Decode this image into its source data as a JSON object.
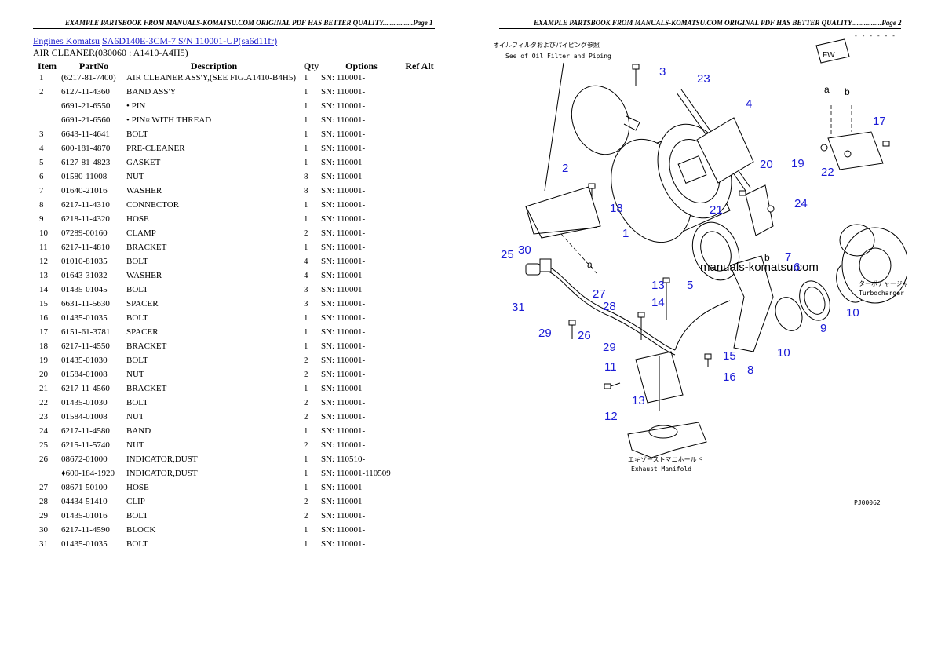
{
  "header": {
    "left": "EXAMPLE PARTSBOOK FROM MANUALS-KOMATSU.COM ORIGINAL PDF HAS BETTER QUALITY.................Page 1",
    "right": "EXAMPLE PARTSBOOK FROM MANUALS-KOMATSU.COM ORIGINAL PDF HAS BETTER QUALITY.................Page 2"
  },
  "breadcrumb": {
    "link1": "Engines Komatsu",
    "link2": "SA6D140E-3CM-7 S/N 110001-UP(sa6d11fr)"
  },
  "subtitle": "AIR CLEANER(030060 : A1410-A4H5)",
  "table": {
    "headers": [
      "Item",
      "PartNo",
      "Description",
      "Qty",
      "Options",
      "Ref Alt"
    ],
    "rows": [
      [
        "1",
        "(6217-81-7400)",
        "AIR CLEANER ASS'Y,(SEE FIG.A1410-B4H5)",
        "1",
        "SN: 110001-",
        ""
      ],
      [
        "2",
        "6127-11-4360",
        "BAND ASS'Y",
        "1",
        "SN: 110001-",
        ""
      ],
      [
        "",
        "6691-21-6550",
        "• PIN",
        "1",
        "SN: 110001-",
        ""
      ],
      [
        "",
        "6691-21-6560",
        "• PIN¤ WITH THREAD",
        "1",
        "SN: 110001-",
        ""
      ],
      [
        "3",
        "6643-11-4641",
        "BOLT",
        "1",
        "SN: 110001-",
        ""
      ],
      [
        "4",
        "600-181-4870",
        "PRE-CLEANER",
        "1",
        "SN: 110001-",
        ""
      ],
      [
        "5",
        "6127-81-4823",
        "GASKET",
        "1",
        "SN: 110001-",
        ""
      ],
      [
        "6",
        "01580-11008",
        "NUT",
        "8",
        "SN: 110001-",
        ""
      ],
      [
        "7",
        "01640-21016",
        "WASHER",
        "8",
        "SN: 110001-",
        ""
      ],
      [
        "8",
        "6217-11-4310",
        "CONNECTOR",
        "1",
        "SN: 110001-",
        ""
      ],
      [
        "9",
        "6218-11-4320",
        "HOSE",
        "1",
        "SN: 110001-",
        ""
      ],
      [
        "10",
        "07289-00160",
        "CLAMP",
        "2",
        "SN: 110001-",
        ""
      ],
      [
        "11",
        "6217-11-4810",
        "BRACKET",
        "1",
        "SN: 110001-",
        ""
      ],
      [
        "12",
        "01010-81035",
        "BOLT",
        "4",
        "SN: 110001-",
        ""
      ],
      [
        "13",
        "01643-31032",
        "WASHER",
        "4",
        "SN: 110001-",
        ""
      ],
      [
        "14",
        "01435-01045",
        "BOLT",
        "3",
        "SN: 110001-",
        ""
      ],
      [
        "15",
        "6631-11-5630",
        "SPACER",
        "3",
        "SN: 110001-",
        ""
      ],
      [
        "16",
        "01435-01035",
        "BOLT",
        "1",
        "SN: 110001-",
        ""
      ],
      [
        "17",
        "6151-61-3781",
        "SPACER",
        "1",
        "SN: 110001-",
        ""
      ],
      [
        "18",
        "6217-11-4550",
        "BRACKET",
        "1",
        "SN: 110001-",
        ""
      ],
      [
        "19",
        "01435-01030",
        "BOLT",
        "2",
        "SN: 110001-",
        ""
      ],
      [
        "20",
        "01584-01008",
        "NUT",
        "2",
        "SN: 110001-",
        ""
      ],
      [
        "21",
        "6217-11-4560",
        "BRACKET",
        "1",
        "SN: 110001-",
        ""
      ],
      [
        "22",
        "01435-01030",
        "BOLT",
        "2",
        "SN: 110001-",
        ""
      ],
      [
        "23",
        "01584-01008",
        "NUT",
        "2",
        "SN: 110001-",
        ""
      ],
      [
        "24",
        "6217-11-4580",
        "BAND",
        "1",
        "SN: 110001-",
        ""
      ],
      [
        "25",
        "6215-11-5740",
        "NUT",
        "2",
        "SN: 110001-",
        ""
      ],
      [
        "26",
        "08672-01000",
        "INDICATOR,DUST",
        "1",
        "SN: 110510-",
        ""
      ],
      [
        "",
        "♦600-184-1920",
        "INDICATOR,DUST",
        "1",
        "SN: 110001-110509",
        ""
      ],
      [
        "27",
        "08671-50100",
        "HOSE",
        "1",
        "SN: 110001-",
        ""
      ],
      [
        "28",
        "04434-51410",
        "CLIP",
        "2",
        "SN: 110001-",
        ""
      ],
      [
        "29",
        "01435-01016",
        "BOLT",
        "2",
        "SN: 110001-",
        ""
      ],
      [
        "30",
        "6217-11-4590",
        "BLOCK",
        "1",
        "SN: 110001-",
        ""
      ],
      [
        "31",
        "01435-01035",
        "BOLT",
        "1",
        "SN: 110001-",
        ""
      ]
    ]
  },
  "diagram": {
    "callouts": [
      "1",
      "2",
      "3",
      "4",
      "5",
      "6",
      "7",
      "8",
      "9",
      "10",
      "10",
      "11",
      "12",
      "13",
      "14",
      "15",
      "16",
      "17",
      "18",
      "19",
      "20",
      "21",
      "22",
      "23",
      "24",
      "25",
      "26",
      "27",
      "28",
      "29",
      "29",
      "30",
      "31"
    ],
    "ref_letters": [
      "a",
      "b",
      "a",
      "b"
    ],
    "oil_filter_jp": "オイルフィルタおよびパイピング参照",
    "oil_filter_en": "See of Oil Filter and Piping",
    "turbo_jp": "ターボチャージャ",
    "turbo_en": "Turbocharger",
    "manifold_jp": "エキゾーストマニホールド",
    "manifold_en": "Exhaust Manifold",
    "fw": "FW",
    "watermark": "manuals-komatsu.com",
    "figure_code": "PJ00062",
    "top_code": "- - - - - -"
  }
}
